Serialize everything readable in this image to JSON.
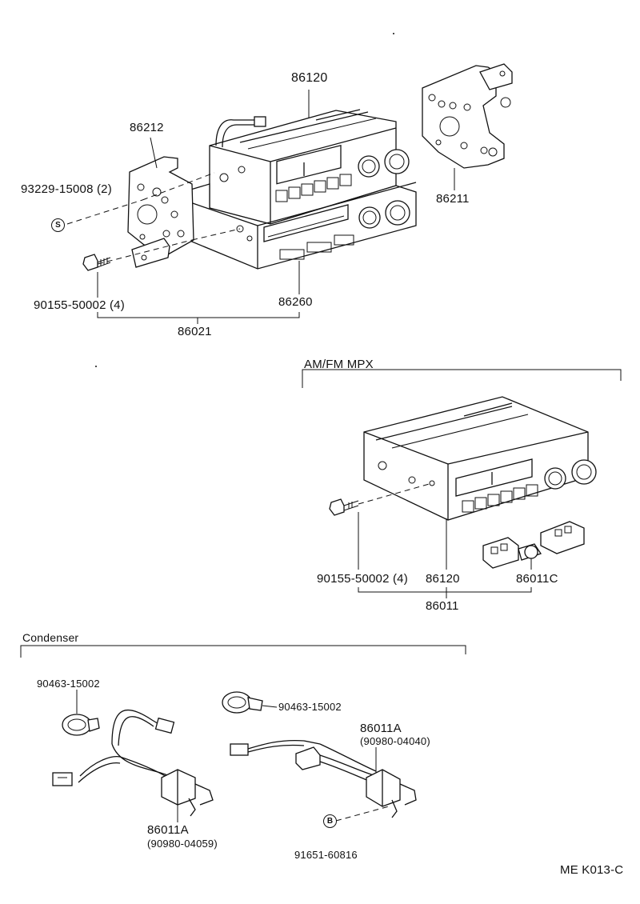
{
  "labels": {
    "p86120_top": "86120",
    "p86212": "86212",
    "p93229": "93229-15008 (2)",
    "p86211": "86211",
    "p90155_top": "90155-50002 (4)",
    "p86260": "86260",
    "p86021": "86021",
    "amfm": "AM/FM  MPX",
    "p90155_mid": "90155-50002 (4)",
    "p86120_mid": "86120",
    "p86011c": "86011C",
    "p86011": "86011",
    "condenser": "Condenser",
    "p90463_left": "90463-15002",
    "p90463_right": "90463-15002",
    "p86011a_left": "86011A",
    "p90980_left": "(90980-04059)",
    "p86011a_right": "86011A",
    "p90980_right": "(90980-04040)",
    "p91651": "91651-60816",
    "code": "ME K013-C"
  },
  "symbols": {
    "s_mark": "S",
    "b_mark": "B"
  }
}
